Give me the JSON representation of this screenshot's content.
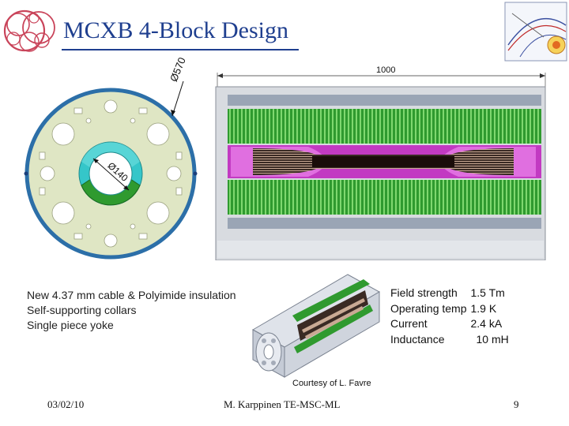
{
  "slide": {
    "title": "MCXB 4-Block Design",
    "dimensions": {
      "outer_diameter": "Ø570",
      "inner_diameter": "Ø140",
      "length": "1000"
    },
    "notes": [
      "New 4.37 mm cable & Polyimide insulation",
      "Self-supporting collars",
      "Single piece yoke"
    ],
    "specs": [
      {
        "label": "Field strength",
        "value": "1.5 Tm"
      },
      {
        "label": "Operating temp",
        "value": "1.9 K"
      },
      {
        "label": "Current",
        "value": "2.4 kA"
      },
      {
        "label": "Inductance",
        "value": "10 mH"
      }
    ],
    "credit": "Courtesy of L. Favre",
    "footer": {
      "date": "03/02/10",
      "author": "M. Karppinen TE-MSC-ML",
      "page": "9"
    },
    "colors": {
      "title": "#1f3f8f",
      "yoke": "#dfe6c4",
      "coil": "#2f9a2f",
      "collar": "#35c6c9",
      "pole": "#c23ac2"
    }
  }
}
